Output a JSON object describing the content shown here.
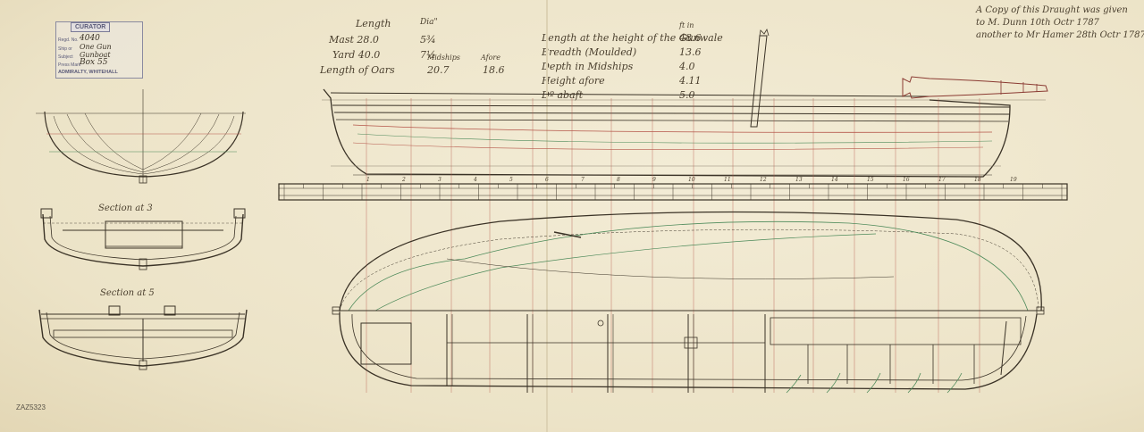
{
  "stamp": {
    "header": "CURATOR",
    "fields": [
      {
        "label": "Regd. No.",
        "value": "4040"
      },
      {
        "label": "Ship or",
        "value": "One Gun Gunboat"
      },
      {
        "label": "Subject",
        "value": ""
      },
      {
        "label": "Press Mark",
        "value": "Box 55"
      }
    ],
    "footer": "ADMIRALTY, WHITEHALL"
  },
  "dimensions_left": {
    "heading": "Length",
    "heading_dia": "Dia\"",
    "mast": "Mast 28.0",
    "mast_dia": "5¾",
    "yard": "Yard 40.0",
    "yard_dia": "7½",
    "midships_label": "Midships",
    "afore_label": "Afore",
    "length_of_oars": "Length of Oars",
    "oars_midships": "20.7",
    "oars_afore": "18.6"
  },
  "dimensions_right": {
    "unit_header": "ft in",
    "rows": [
      {
        "label": "Length at the height of the Gunwale",
        "value": "48.6"
      },
      {
        "label": "Breadth (Moulded)",
        "value": "13.6"
      },
      {
        "label": "Depth in Midships",
        "value": "4.0"
      },
      {
        "label": "Height afore",
        "value": "4.11"
      },
      {
        "label": "Dº abaft",
        "value": "5.0"
      }
    ]
  },
  "note": {
    "line1": "A Copy of this Draught was given",
    "line2": "to M. Dunn 10th Octr 1787",
    "line3": "another to Mr Hamer 28th Octr 1787"
  },
  "section_labels": {
    "section1": "Section at 3",
    "section2": "Section at 5"
  },
  "station_numbers": [
    "1",
    "2",
    "3",
    "4",
    "5",
    "6",
    "7",
    "8",
    "9",
    "10",
    "11",
    "12",
    "13",
    "14",
    "15",
    "16",
    "17",
    "18",
    "19"
  ],
  "catalog_ref": "ZAZ5323",
  "colors": {
    "ink": "#3a3226",
    "paper": "#efe7cf",
    "red_line": "#b5564a",
    "green_line": "#4d8a5a"
  }
}
